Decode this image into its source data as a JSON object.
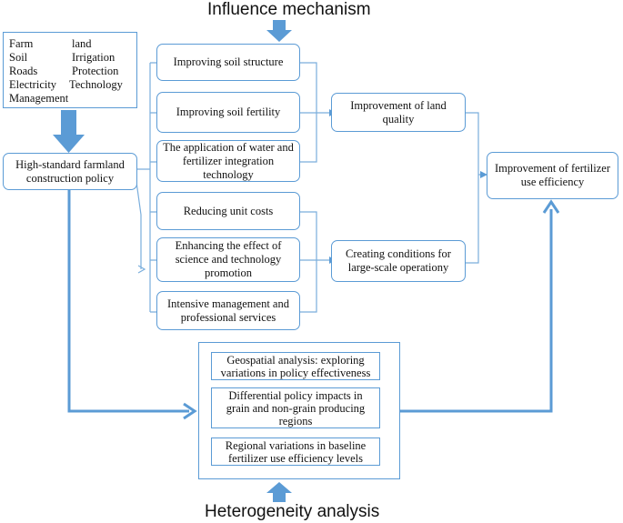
{
  "headings": {
    "top": "Influence mechanism",
    "bottom": "Heterogeneity analysis"
  },
  "factors": [
    "Farm",
    "land",
    "Soil",
    "Irrigation",
    "Roads",
    "Protection",
    "Electricity",
    "Technology",
    "Management"
  ],
  "policy": "High-standard farmland construction policy",
  "mechanisms": [
    "Improving soil structure",
    "Improving soil fertility",
    "The application of water and fertilizer integration technology",
    "Reducing unit costs",
    "Enhancing the effect of science and technology promotion",
    "Intensive management and professional services"
  ],
  "intermediate": {
    "land_quality": "Improvement of land quality",
    "large_scale": "Creating conditions for large-scale operationy"
  },
  "outcome": "Improvement of fertilizer use efficiency",
  "heterogeneity": [
    "Geospatial analysis: exploring variations in policy effectiveness",
    "Differential policy impacts in grain and non-grain producing regions",
    "Regional variations in baseline fertilizer use efficiency levels"
  ],
  "colors": {
    "line": "#5b9bd5",
    "thin_line": "#7aaedc"
  }
}
